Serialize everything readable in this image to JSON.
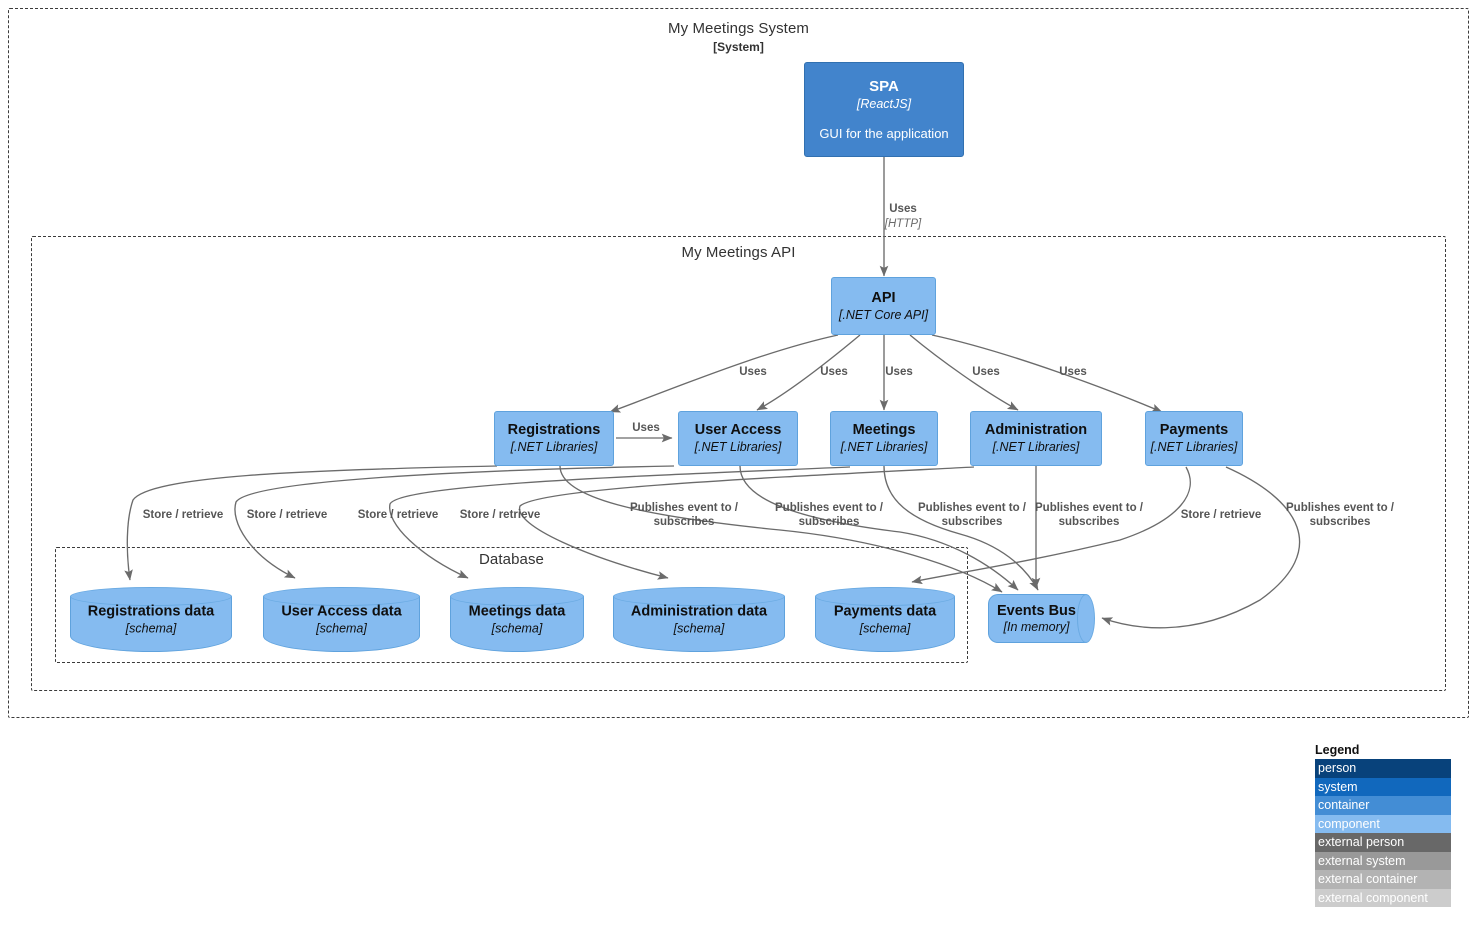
{
  "diagram": {
    "type": "C4-container-diagram",
    "boundaries": [
      {
        "id": "system",
        "title": "My Meetings System",
        "subtitle": "[System]"
      },
      {
        "id": "api",
        "title": "My Meetings API",
        "subtitle": ""
      },
      {
        "id": "database",
        "title": "Database",
        "subtitle": ""
      }
    ],
    "nodes": {
      "spa": {
        "name": "SPA",
        "tech": "[ReactJS]",
        "desc": "GUI for the application",
        "kind": "system"
      },
      "api": {
        "name": "API",
        "tech": "[.NET Core API]",
        "kind": "container"
      },
      "registrations": {
        "name": "Registrations",
        "tech": "[.NET Libraries]",
        "kind": "container"
      },
      "useraccess": {
        "name": "User Access",
        "tech": "[.NET Libraries]",
        "kind": "container"
      },
      "meetings": {
        "name": "Meetings",
        "tech": "[.NET Libraries]",
        "kind": "container"
      },
      "administration": {
        "name": "Administration",
        "tech": "[.NET Libraries]",
        "kind": "container"
      },
      "payments": {
        "name": "Payments",
        "tech": "[.NET Libraries]",
        "kind": "container"
      },
      "registrations_db": {
        "name": "Registrations data",
        "tech": "[schema]",
        "kind": "database"
      },
      "useraccess_db": {
        "name": "User Access data",
        "tech": "[schema]",
        "kind": "database"
      },
      "meetings_db": {
        "name": "Meetings data",
        "tech": "[schema]",
        "kind": "database"
      },
      "administration_db": {
        "name": "Administration data",
        "tech": "[schema]",
        "kind": "database"
      },
      "payments_db": {
        "name": "Payments data",
        "tech": "[schema]",
        "kind": "database"
      },
      "events_bus": {
        "name": "Events Bus",
        "tech": "[In memory]",
        "kind": "queue"
      }
    },
    "edges": [
      {
        "id": "spa-api",
        "from": "spa",
        "to": "api",
        "label": "Uses",
        "tech": "[HTTP]"
      },
      {
        "id": "api-reg",
        "from": "api",
        "to": "registrations",
        "label": "Uses"
      },
      {
        "id": "api-ua",
        "from": "api",
        "to": "useraccess",
        "label": "Uses"
      },
      {
        "id": "api-mtg",
        "from": "api",
        "to": "meetings",
        "label": "Uses"
      },
      {
        "id": "api-adm",
        "from": "api",
        "to": "administration",
        "label": "Uses"
      },
      {
        "id": "api-pay",
        "from": "api",
        "to": "payments",
        "label": "Uses"
      },
      {
        "id": "reg-ua",
        "from": "registrations",
        "to": "useraccess",
        "label": "Uses"
      },
      {
        "id": "reg-db",
        "from": "registrations",
        "to": "registrations_db",
        "label": "Store / retrieve"
      },
      {
        "id": "ua-db",
        "from": "useraccess",
        "to": "useraccess_db",
        "label": "Store / retrieve"
      },
      {
        "id": "mtg-db",
        "from": "meetings",
        "to": "meetings_db",
        "label": "Store / retrieve"
      },
      {
        "id": "adm-db",
        "from": "administration",
        "to": "administration_db",
        "label": "Store / retrieve"
      },
      {
        "id": "pay-db",
        "from": "payments",
        "to": "payments_db",
        "label": "Store / retrieve"
      },
      {
        "id": "reg-bus",
        "from": "registrations",
        "to": "events_bus",
        "label": "Publishes event to /\nsubscribes"
      },
      {
        "id": "ua-bus",
        "from": "useraccess",
        "to": "events_bus",
        "label": "Publishes event to /\nsubscribes"
      },
      {
        "id": "mtg-bus",
        "from": "meetings",
        "to": "events_bus",
        "label": "Publishes event to /\nsubscribes"
      },
      {
        "id": "adm-bus",
        "from": "administration",
        "to": "events_bus",
        "label": "Publishes event to /\nsubscribes"
      },
      {
        "id": "pay-bus",
        "from": "payments",
        "to": "events_bus",
        "label": "Publishes event to /\nsubscribes"
      }
    ]
  },
  "legend": {
    "title": "Legend",
    "items": [
      {
        "label": "person",
        "color": "#08427b"
      },
      {
        "label": "system",
        "color": "#1168bd"
      },
      {
        "label": "container",
        "color": "#438dd5"
      },
      {
        "label": "component",
        "color": "#85bbf0"
      },
      {
        "label": "external person",
        "color": "#686868"
      },
      {
        "label": "external system",
        "color": "#999999"
      },
      {
        "label": "external container",
        "color": "#b3b3b3"
      },
      {
        "label": "external component",
        "color": "#cccccc"
      }
    ]
  }
}
